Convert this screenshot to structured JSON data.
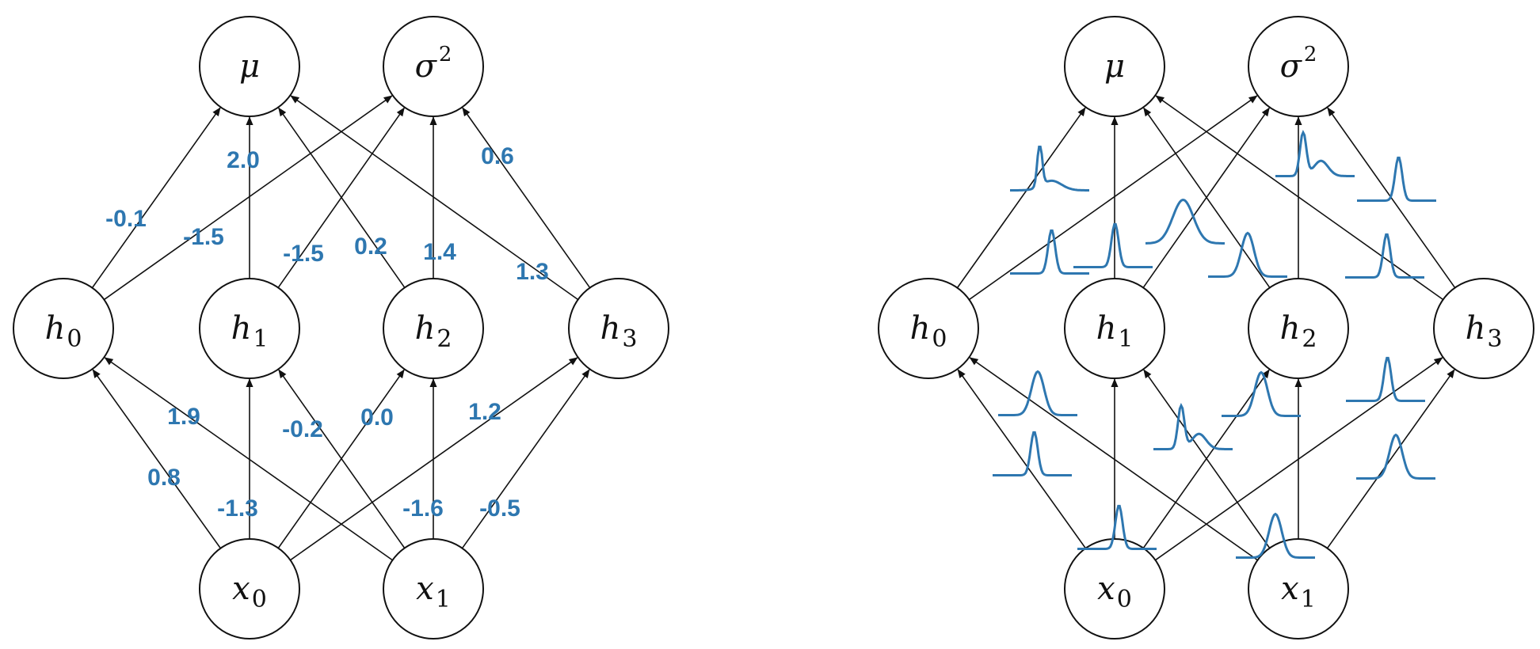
{
  "colors": {
    "accent": "#2E77B0",
    "ink": "#111111",
    "background": "#ffffff"
  },
  "nodes": {
    "mu": {
      "main": "μ",
      "sub": "",
      "sup": ""
    },
    "sigma2": {
      "main": "σ",
      "sub": "",
      "sup": "2"
    },
    "h0": {
      "main": "h",
      "sub": "0",
      "sup": ""
    },
    "h1": {
      "main": "h",
      "sub": "1",
      "sup": ""
    },
    "h2": {
      "main": "h",
      "sub": "2",
      "sup": ""
    },
    "h3": {
      "main": "h",
      "sub": "3",
      "sup": ""
    },
    "x0": {
      "main": "x",
      "sub": "0",
      "sup": ""
    },
    "x1": {
      "main": "x",
      "sub": "1",
      "sup": ""
    }
  },
  "edges": [
    {
      "from": "x0",
      "to": "h0",
      "weight": "0.8",
      "dist": "unimodal-narrow"
    },
    {
      "from": "x0",
      "to": "h1",
      "weight": "-1.3",
      "dist": "unimodal-narrow"
    },
    {
      "from": "x0",
      "to": "h2",
      "weight": "0.0",
      "dist": "unimodal-medium"
    },
    {
      "from": "x0",
      "to": "h3",
      "weight": "1.2",
      "dist": "unimodal-medium"
    },
    {
      "from": "x1",
      "to": "h0",
      "weight": "1.9",
      "dist": "unimodal-medium"
    },
    {
      "from": "x1",
      "to": "h1",
      "weight": "-0.2",
      "dist": "bimodal"
    },
    {
      "from": "x1",
      "to": "h2",
      "weight": "-1.6",
      "dist": "unimodal-medium"
    },
    {
      "from": "x1",
      "to": "h3",
      "weight": "-0.5",
      "dist": "unimodal-narrow"
    },
    {
      "from": "h0",
      "to": "mu",
      "weight": "-0.1",
      "dist": "skewed"
    },
    {
      "from": "h0",
      "to": "sigma2",
      "weight": "-1.5",
      "dist": "unimodal-narrow"
    },
    {
      "from": "h1",
      "to": "mu",
      "weight": "2.0",
      "dist": "unimodal-narrow"
    },
    {
      "from": "h1",
      "to": "sigma2",
      "weight": "-1.5",
      "dist": "unimodal-wide"
    },
    {
      "from": "h2",
      "to": "mu",
      "weight": "0.2",
      "dist": "unimodal-medium"
    },
    {
      "from": "h2",
      "to": "sigma2",
      "weight": "1.4",
      "dist": "bimodal"
    },
    {
      "from": "h3",
      "to": "mu",
      "weight": "1.3",
      "dist": "unimodal-narrow"
    },
    {
      "from": "h3",
      "to": "sigma2",
      "weight": "0.6",
      "dist": "unimodal-narrow"
    }
  ],
  "panels": [
    {
      "id": "point-weights",
      "edge_style": "weight-label"
    },
    {
      "id": "distribution-weights",
      "edge_style": "distribution-curve"
    }
  ]
}
